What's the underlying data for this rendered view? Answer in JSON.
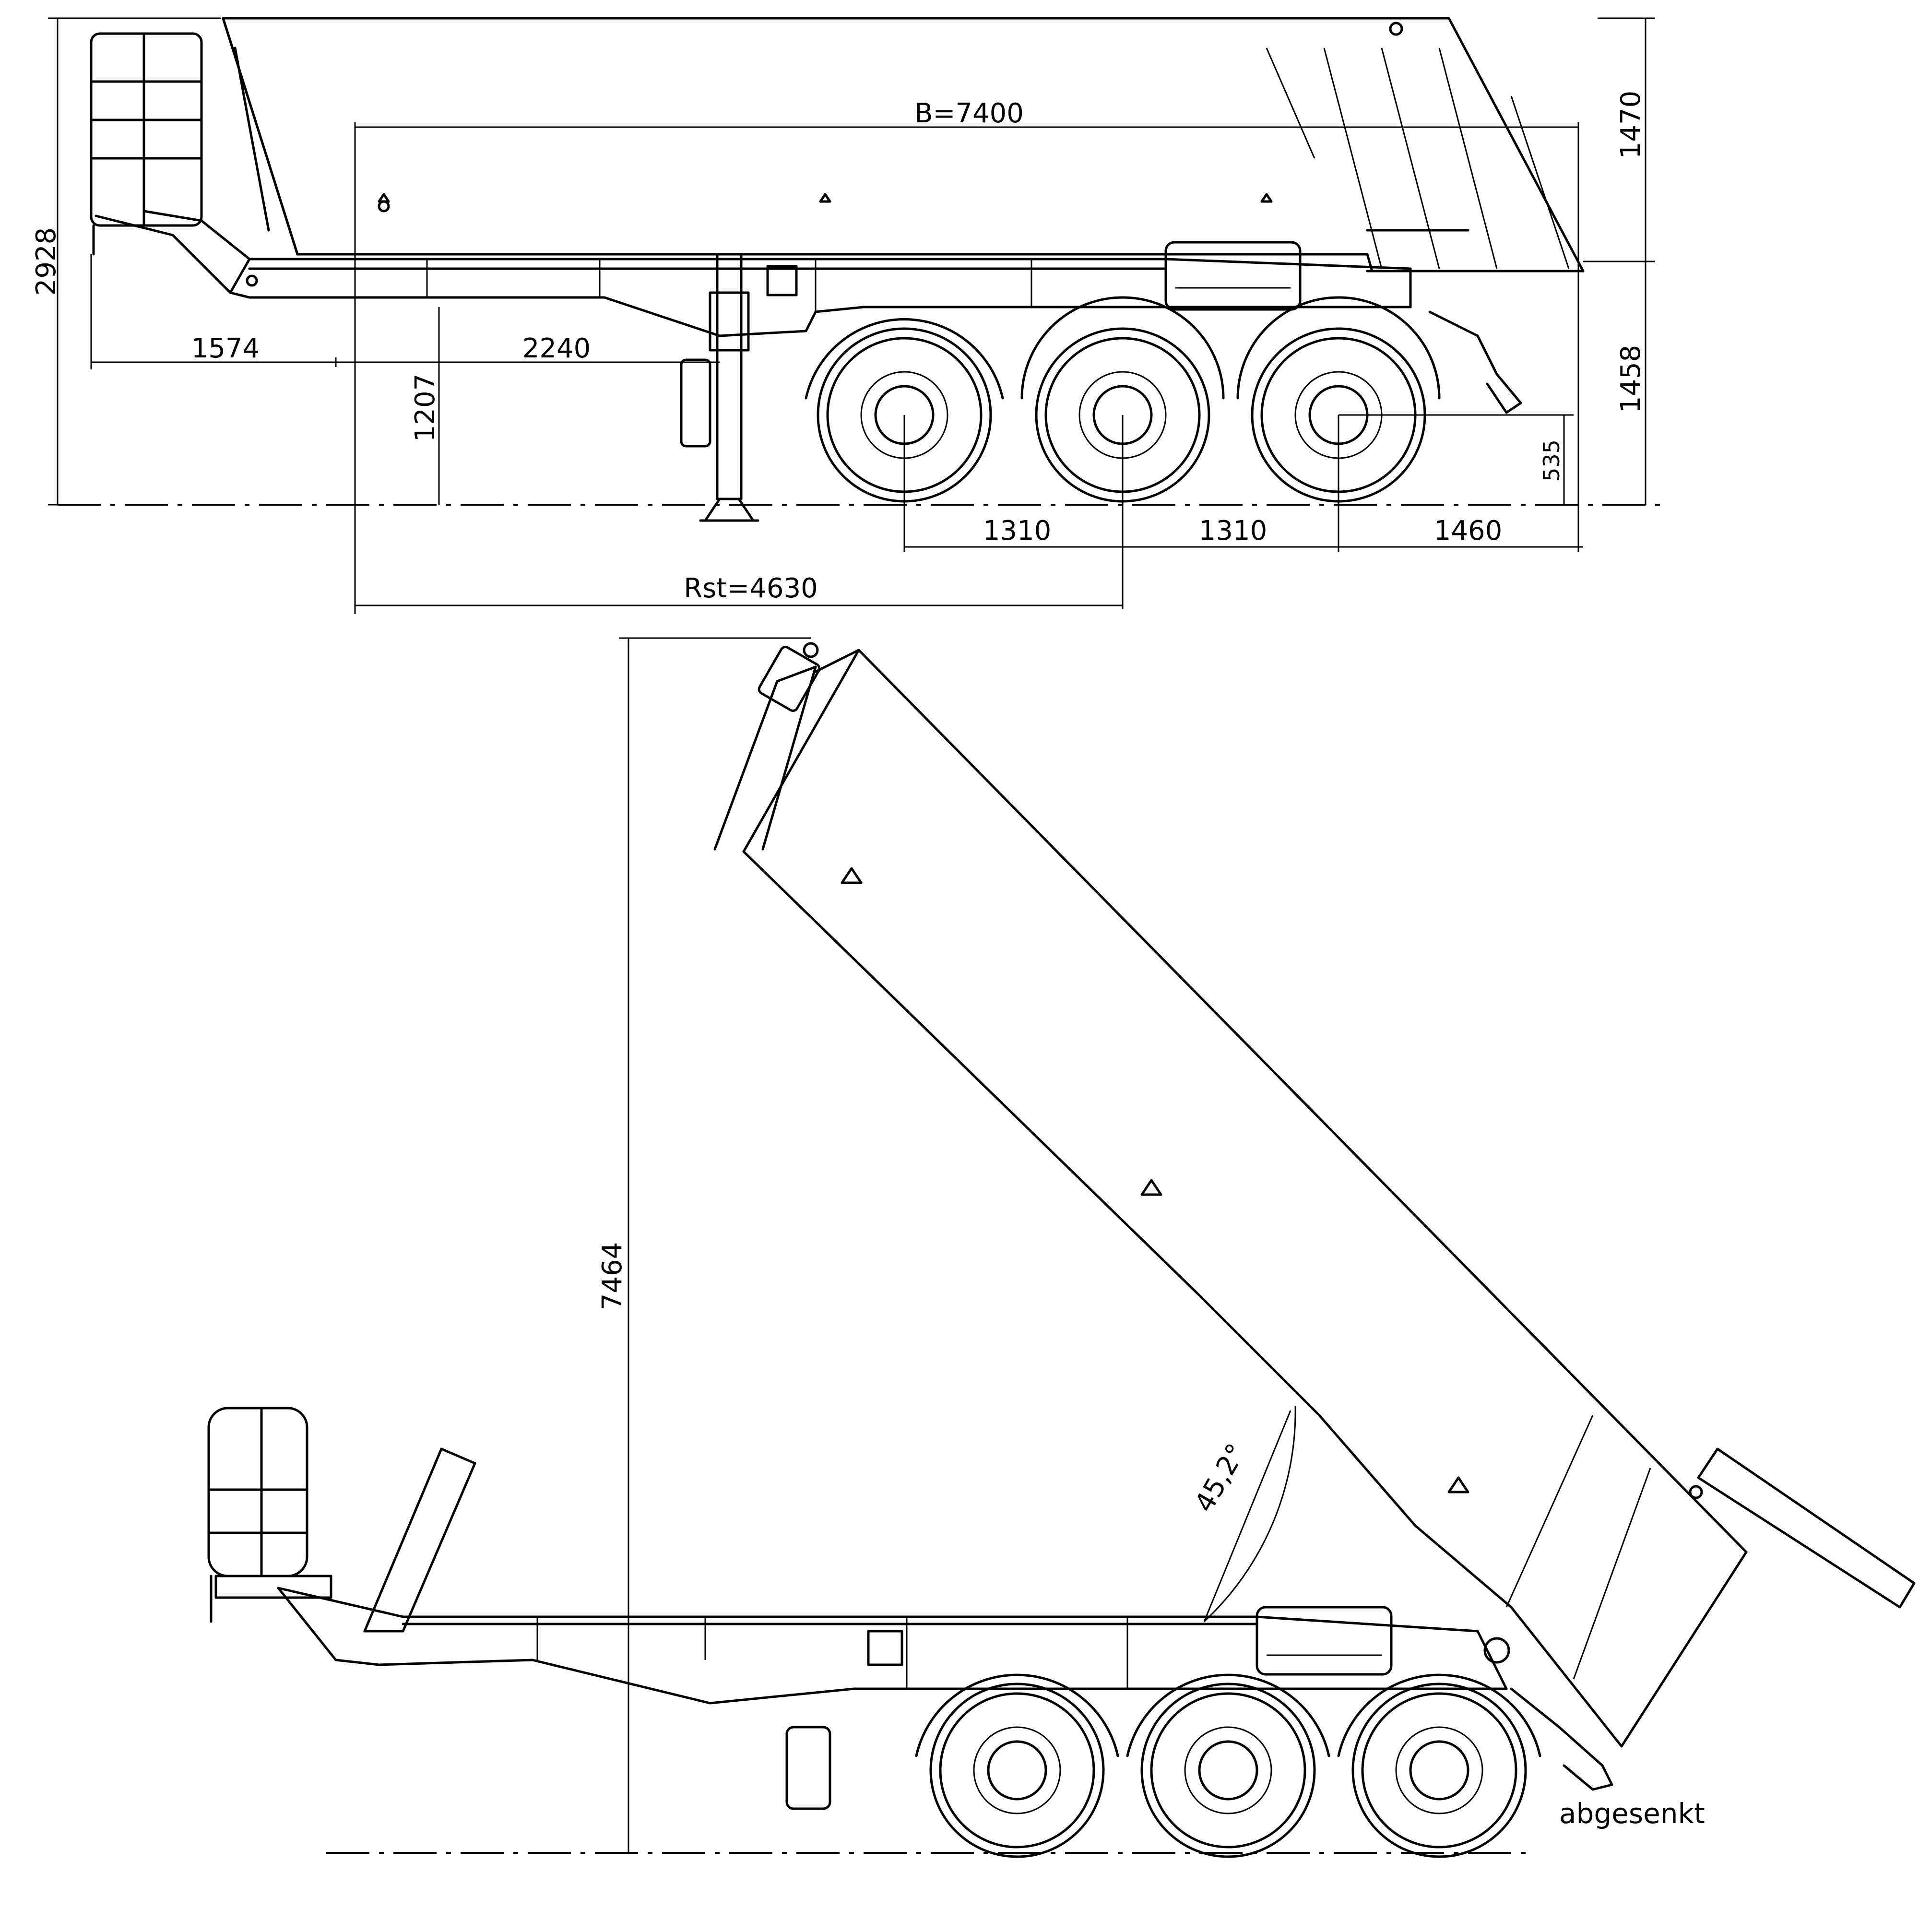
{
  "dimensions": {
    "total_height": "2928",
    "body_length": "B=7400",
    "body_height": "1470",
    "frame_height": "1458",
    "front_overhang": "1574",
    "kingpin_to_leg": "2240",
    "coupling_height": "1207",
    "axle_center_height": "535",
    "axle_spacing_1": "1310",
    "axle_spacing_2": "1310",
    "rear_overhang": "1460",
    "kingpin_to_axle": "Rst=4630",
    "tipped_height": "7464",
    "tip_angle": "45,2°"
  },
  "labels": {
    "lowered": "abgesenkt"
  },
  "colors": {
    "line": "#000000",
    "background": "#ffffff"
  }
}
